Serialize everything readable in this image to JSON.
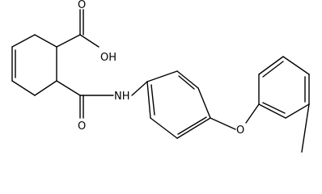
{
  "labels": {
    "carboxylic_oh": "OH",
    "carboxylic_o": "O",
    "amide_o": "O",
    "amide_nh": "NH",
    "ether_o": "O"
  }
}
